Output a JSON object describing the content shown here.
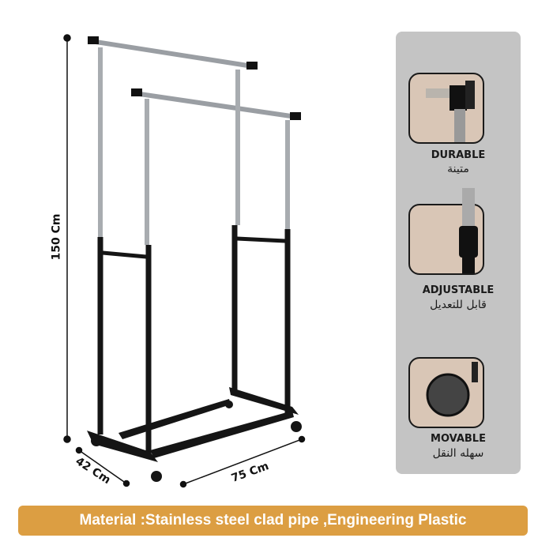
{
  "dimensions": {
    "height": "150 Cm",
    "depth": "42 Cm",
    "width": "75 Cm"
  },
  "features": [
    {
      "title": "DURABLE",
      "arabic": "متينة",
      "icon": "pipe-joint-icon"
    },
    {
      "title": "ADJUSTABLE",
      "arabic": "قابل للتعديل",
      "icon": "adjustable-pole-icon"
    },
    {
      "title": "MOVABLE",
      "arabic": "سهله النقل",
      "icon": "caster-wheel-icon"
    }
  ],
  "banner": {
    "text": "Material :Stainless steel clad pipe ,Engineering Plastic"
  },
  "colors": {
    "banner": "#dc9e42",
    "panel": "#c4c4c4",
    "feature_box": "#d9c6b6"
  }
}
